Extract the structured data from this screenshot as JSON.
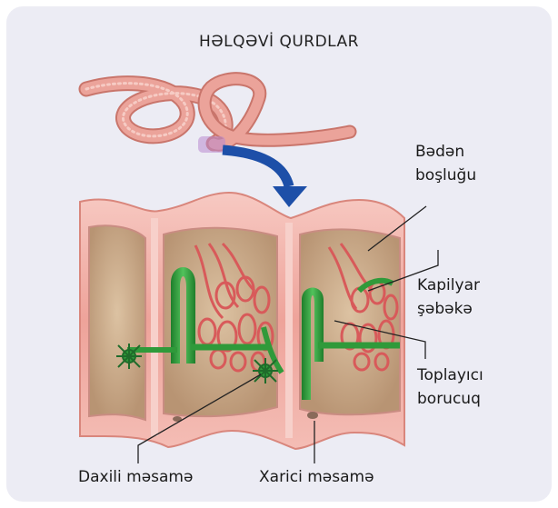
{
  "diagram": {
    "title": "HƏLQƏVİ QURDLAR",
    "labels": {
      "body_cavity_line1": "Bədən",
      "body_cavity_line2": "boşluğu",
      "capillary_line1": "Kapilyar",
      "capillary_line2": "şəbəkə",
      "collecting_line1": "Toplayıcı",
      "collecting_line2": "borucuq",
      "inner_pore": "Daxili məsamə",
      "outer_pore": "Xarici məsamə"
    },
    "colors": {
      "background": "#ececf4",
      "worm_skin": "#eba39a",
      "segment_wall": "#f2b4ac",
      "cavity": "#c9a886",
      "tubule_green": "#2f9a3a",
      "capillary_red": "#d85a5a",
      "arrow_blue": "#1d4fa8"
    }
  }
}
